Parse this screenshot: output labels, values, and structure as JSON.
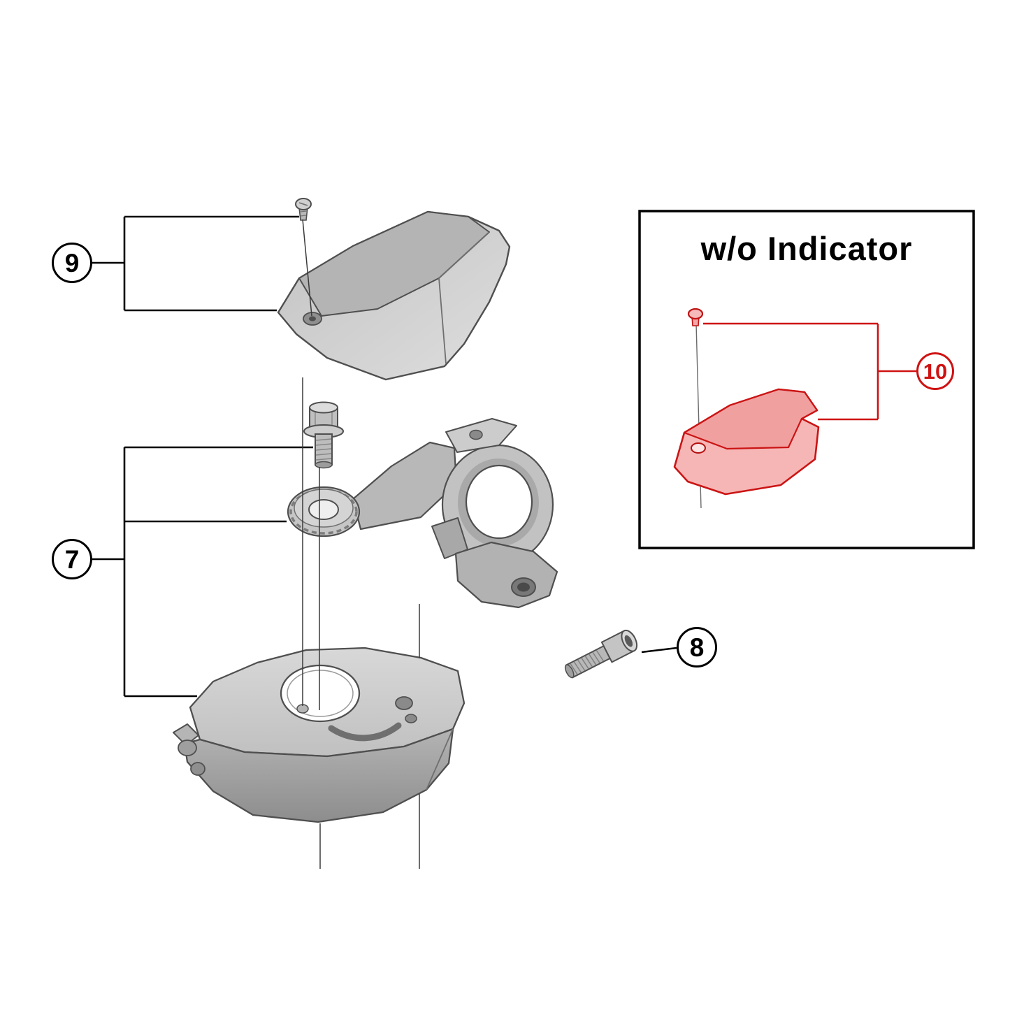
{
  "diagram": {
    "callouts": {
      "c9": "9",
      "c7": "7",
      "c8": "8",
      "c10": "10"
    },
    "inset": {
      "title": "w/o Indicator"
    },
    "colors": {
      "outline": "#4f4f4f",
      "leader_black": "#000000",
      "highlight_red": "#cf1212",
      "red_part_fill": "#f5a2a2",
      "part_gray_light": "#d2d2d2",
      "part_gray_mid": "#bcbcbc",
      "part_gray_dark": "#a0a0a0",
      "background": "#ffffff"
    },
    "parts": [
      {
        "icon": "fixing-screw-icon",
        "callout": "9"
      },
      {
        "icon": "indicator-cover-icon",
        "callout": "9"
      },
      {
        "icon": "flange-bolt-icon",
        "callout": "7"
      },
      {
        "icon": "clamp-bracket-icon",
        "callout": "7"
      },
      {
        "icon": "base-cover-icon",
        "callout": "7"
      },
      {
        "icon": "clamp-bolt-icon",
        "callout": "8"
      },
      {
        "icon": "screw-icon",
        "callout": "10"
      },
      {
        "icon": "plain-cover-icon",
        "callout": "10"
      }
    ]
  }
}
